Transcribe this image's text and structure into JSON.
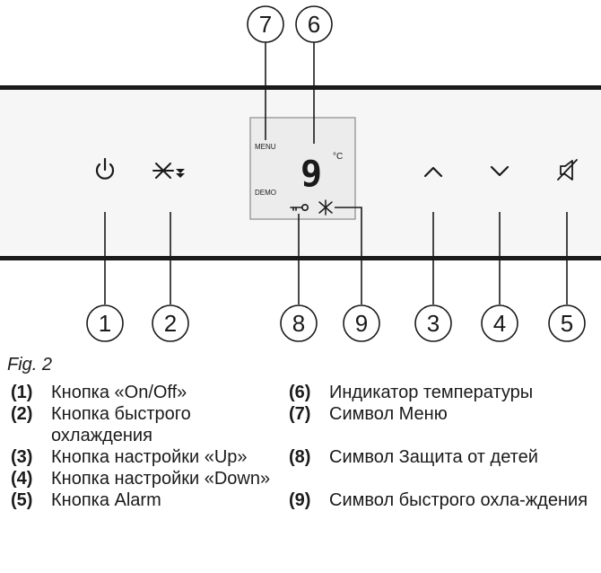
{
  "display": {
    "menu_label": "MENU",
    "demo_label": "DEMO",
    "digit": "9",
    "unit": "°C"
  },
  "icons": [
    "power-icon",
    "super-cool-icon",
    "chevron-up-icon",
    "chevron-down-icon",
    "alarm-mute-icon",
    "key-icon",
    "snowflake-icon"
  ],
  "callouts": {
    "c1": "1",
    "c2": "2",
    "c3": "3",
    "c4": "4",
    "c5": "5",
    "c6": "6",
    "c7": "7",
    "c8": "8",
    "c9": "9"
  },
  "caption": "Fig. 2",
  "legend_left": [
    {
      "num": "(1)",
      "text": "Кнопка «On/Off»"
    },
    {
      "num": "(2)",
      "text": "Кнопка быстрого охлаждения"
    },
    {
      "num": "(3)",
      "text": "Кнопка настройки «Up»"
    },
    {
      "num": "(4)",
      "text": "Кнопка настройки «Down»"
    },
    {
      "num": "(5)",
      "text": "Кнопка Alarm"
    }
  ],
  "legend_right": [
    {
      "num": "(6)",
      "text": "Индикатор температуры"
    },
    {
      "num": "(7)",
      "text": "Символ Меню"
    },
    {
      "num": "(8)",
      "text": "Символ Защита от детей"
    },
    {
      "num": "(9)",
      "text": "Символ быстрого охла-ждения"
    }
  ]
}
